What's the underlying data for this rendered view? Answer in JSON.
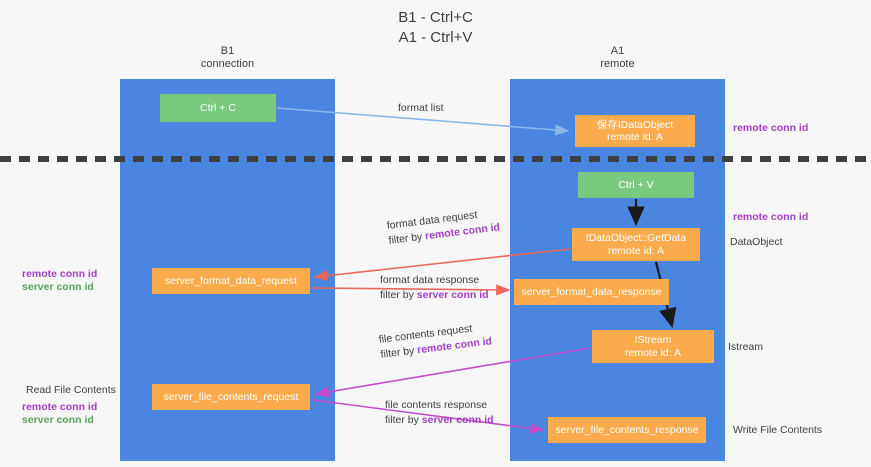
{
  "title": "B1 - Ctrl+C\nA1 - Ctrl+V",
  "columns": {
    "left": {
      "header": "B1\nconnection"
    },
    "right": {
      "header": "A1\nremote"
    }
  },
  "boxes": {
    "ctrl_c": "Ctrl + C",
    "save_idataobject": "保存IDataObject\nremote id: A",
    "ctrl_v": "Ctrl + V",
    "getdata": "IDataObject::GetData\nremote id: A",
    "server_format_data_request": "server_format_data_request",
    "server_format_data_response": "server_format_data_response",
    "istream": "IStream\nremote id: A",
    "server_file_contents_request": "server_file_contents_request",
    "server_file_contents_response": "server_file_contents_response"
  },
  "flows": {
    "format_list": "format list",
    "format_data_request": "format data request",
    "format_data_request_filter_prefix": "filter by ",
    "format_data_request_filter_key": "remote conn id",
    "format_data_response": "format data response",
    "format_data_response_filter_prefix": "filter by ",
    "format_data_response_filter_key": "server conn id",
    "file_contents_request": "file contents request",
    "file_contents_request_filter_prefix": "filter by ",
    "file_contents_request_filter_key": "remote conn id",
    "file_contents_response": "file contents response",
    "file_contents_response_filter_prefix": "filter by ",
    "file_contents_response_filter_key": "server conn id"
  },
  "annotations": {
    "remote_conn_id_top": "remote conn id",
    "remote_conn_id_mid": "remote conn id",
    "dataobject": "DataObject",
    "istream": "Istream",
    "write_file_contents": "Write File Contents",
    "read_file_contents": "Read File Contents",
    "left_remote_conn_id": "remote conn id",
    "left_server_conn_id": "server conn id",
    "left_remote_conn_id_2": "remote conn id",
    "left_server_conn_id_2": "server conn id"
  },
  "colors": {
    "lane": "#4a86e0",
    "green_box": "#7bc97f",
    "orange_box": "#fbab4c",
    "purple_text": "#a33ec4",
    "green_text": "#57a35b",
    "arrow_light_blue": "#8ab6e8",
    "arrow_red": "#e8665a",
    "arrow_magenta": "#c34ccb",
    "arrow_black": "#1a1a1a",
    "background": "#f7f7f7"
  }
}
